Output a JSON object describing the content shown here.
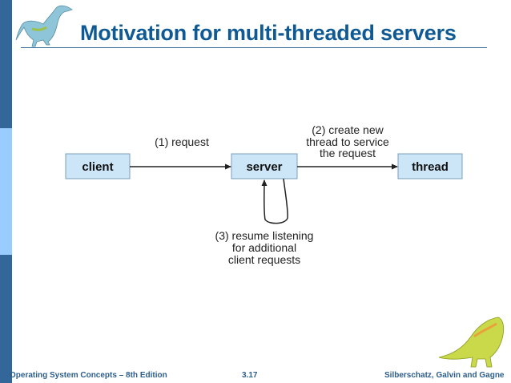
{
  "slide": {
    "title": "Motivation for multi-threaded servers",
    "footer_left": "Operating System Concepts – 8th Edition",
    "footer_center": "3.17",
    "footer_right": "Silberschatz, Galvin and Gagne",
    "colors": {
      "title": "#0f5a94",
      "sidebar": "#336699",
      "sidebar_accent": "#99ccff",
      "box_fill": "#cce6f7"
    }
  },
  "diagram": {
    "nodes": [
      {
        "id": "client",
        "label": "client"
      },
      {
        "id": "server",
        "label": "server"
      },
      {
        "id": "thread",
        "label": "thread"
      }
    ],
    "edges": [
      {
        "from": "client",
        "to": "server",
        "label": [
          "(1) request"
        ]
      },
      {
        "from": "server",
        "to": "thread",
        "label": [
          "(2) create new",
          "thread to service",
          "the request"
        ]
      },
      {
        "from": "server",
        "to": "server",
        "label": [
          "(3) resume listening",
          "for additional",
          "client requests"
        ]
      }
    ]
  }
}
